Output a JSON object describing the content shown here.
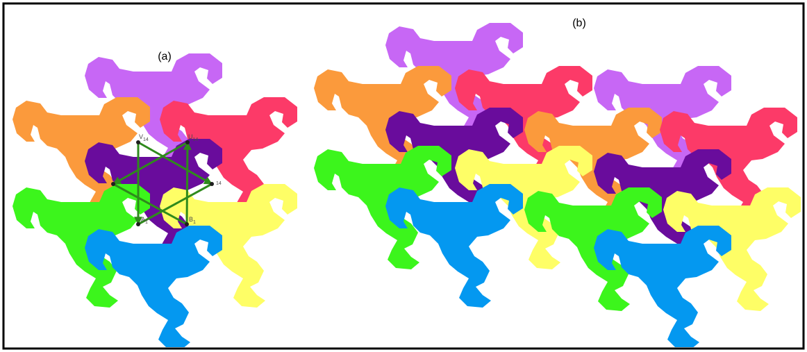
{
  "panel_a": {
    "label": "(a)",
    "tile_colors": [
      "#c767f5",
      "#fb9a3c",
      "#fc3a68",
      "#690c9c",
      "#3cf51c",
      "#fefe66",
      "#0498f0"
    ]
  },
  "panel_b": {
    "label": "(b)",
    "tile_colors": [
      "#c767f5",
      "#fb9a3c",
      "#fc3a68",
      "#c767f5",
      "#690c9c",
      "#fb9a3c",
      "#fc3a68",
      "#3cf51c",
      "#fefe66",
      "#690c9c",
      "#0498f0",
      "#3cf51c",
      "#fefe66",
      "#0498f0"
    ]
  },
  "vertex_labels": [
    {
      "letter": "V",
      "sub": "14"
    },
    {
      "letter": "U",
      "sub": "14"
    },
    {
      "sub": "14"
    },
    {
      "letter": "A",
      "sub": "1"
    },
    {
      "letter": "B",
      "sub": "1"
    }
  ],
  "colors": {
    "vectors": "#2f8a1c",
    "vertex": "#1e1e1e",
    "frame": "#000000"
  }
}
